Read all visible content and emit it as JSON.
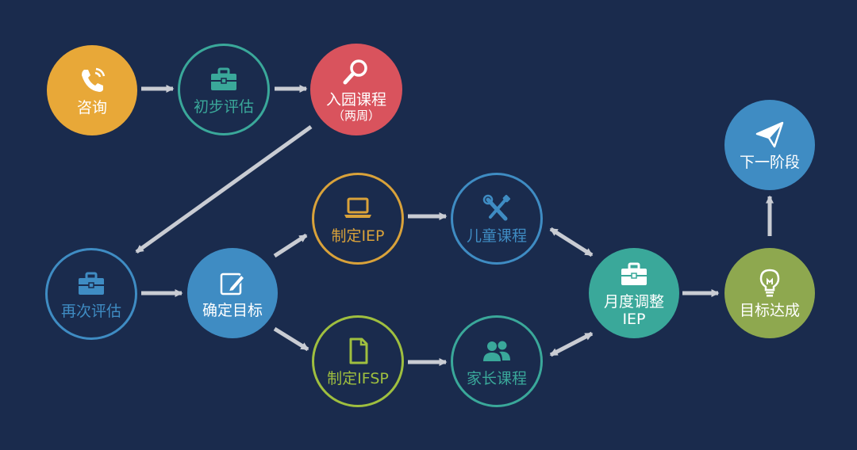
{
  "nodes": {
    "consult": {
      "label": "咨询"
    },
    "initial_eval": {
      "label": "初步评估"
    },
    "entry_course": {
      "label": "入园课程",
      "sublabel": "（两周）"
    },
    "reeval": {
      "label": "再次评估"
    },
    "set_goals": {
      "label": "确定目标"
    },
    "make_iep": {
      "label": "制定IEP"
    },
    "make_ifsp": {
      "label": "制定IFSP"
    },
    "child_course": {
      "label": "儿童课程"
    },
    "parent_course": {
      "label": "家长课程"
    },
    "monthly_iep": {
      "label": "月度调整",
      "label2": "IEP"
    },
    "goal_achieved": {
      "label": "目标达成"
    },
    "next_stage": {
      "label": "下一阶段"
    }
  },
  "icons": {
    "consult": "phone-icon",
    "initial_eval": "briefcase-icon",
    "entry_course": "magnifier-icon",
    "reeval": "briefcase-icon",
    "set_goals": "pencil-edit-icon",
    "make_iep": "laptop-icon",
    "make_ifsp": "document-icon",
    "child_course": "tools-icon",
    "parent_course": "people-icon",
    "monthly_iep": "briefcase-icon",
    "goal_achieved": "lightbulb-icon",
    "next_stage": "paper-plane-icon"
  },
  "colors": {
    "background": "#1a2b4d",
    "orange": "#e8a838",
    "teal": "#3aa89a",
    "red": "#d9535d",
    "blue": "#3f8cc3",
    "gold": "#d9a23a",
    "lime": "#9fbf3f",
    "olive": "#8ea84f",
    "arrow": "#c9ccd3"
  }
}
